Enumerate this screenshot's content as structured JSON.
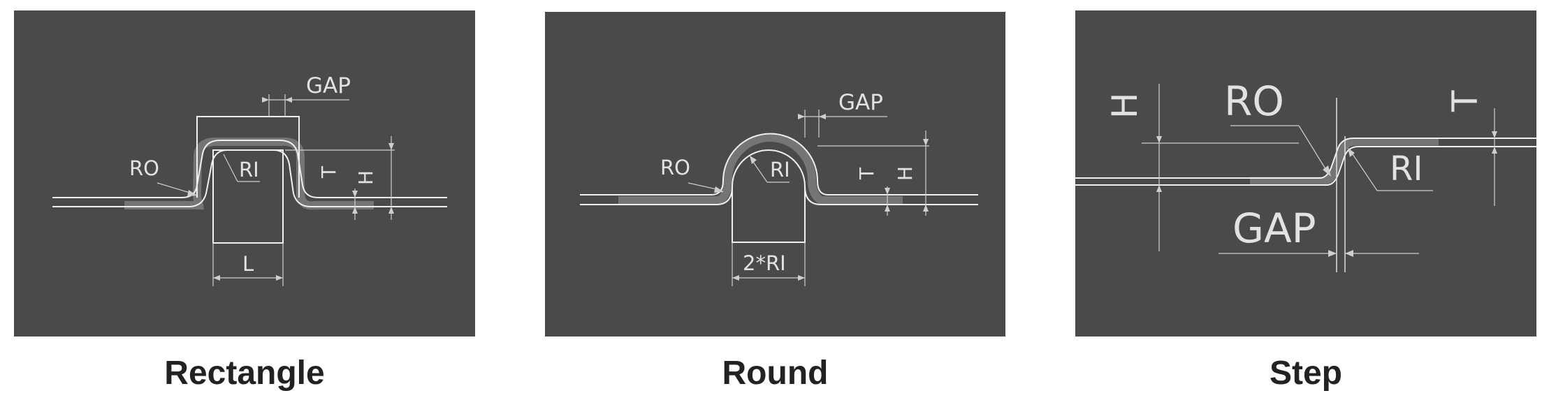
{
  "panels": [
    {
      "caption": "Rectangle",
      "labels": {
        "gap": "GAP",
        "ro": "RO",
        "ri": "RI",
        "t": "T",
        "h": "H",
        "l": "L"
      }
    },
    {
      "caption": "Round",
      "labels": {
        "gap": "GAP",
        "ro": "RO",
        "ri": "RI",
        "t": "T",
        "h": "H",
        "width": "2*RI"
      }
    },
    {
      "caption": "Step",
      "labels": {
        "h": "H",
        "ro": "RO",
        "t": "T",
        "ri": "RI",
        "gap": "GAP"
      }
    }
  ],
  "colors": {
    "panel_bg": "#4a4a4a",
    "line": "#f0f0f0",
    "dim_line": "#cfcfcf",
    "highlight": "#7a7a7a"
  }
}
